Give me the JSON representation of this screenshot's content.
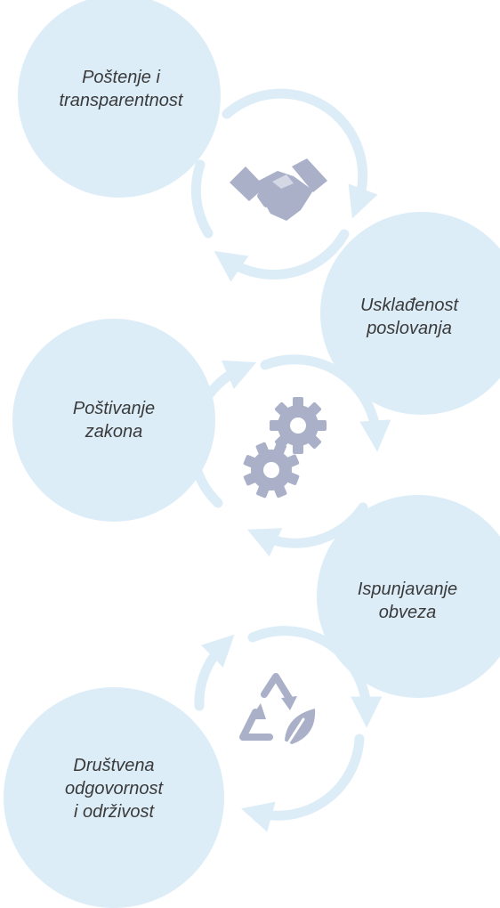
{
  "values": [
    {
      "label": "Poštenje i\ntransparentnost",
      "icon": "handshake-icon"
    },
    {
      "label": "Usklađenost\nposlovanja"
    },
    {
      "label": "Poštivanje\nzakona",
      "icon": "gears-icon"
    },
    {
      "label": "Ispunjavanje\nobveza"
    },
    {
      "label": "Društvena\nodgovornost\ni održivost",
      "icon": "recycle-leaf-icon"
    }
  ],
  "colors": {
    "bubble": "#dcedf8",
    "arrow": "#dcedf8",
    "icon": "#a9b0c8",
    "text": "#3a3a3a"
  }
}
